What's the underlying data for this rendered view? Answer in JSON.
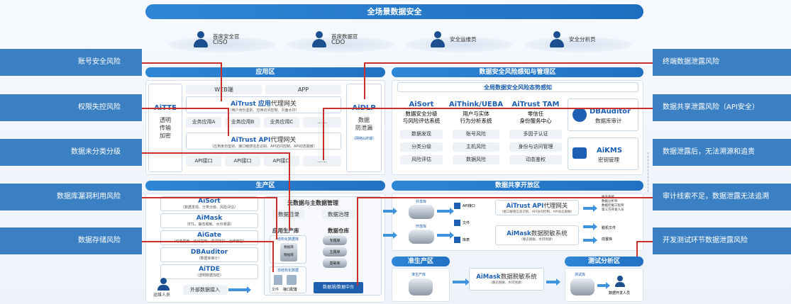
{
  "title": "全场景数据安全",
  "roles": [
    {
      "t1": "首席安全官",
      "t2": "CISO"
    },
    {
      "t1": "首席数据官",
      "t2": "CDO"
    },
    {
      "t1": "安全运维员",
      "t2": ""
    },
    {
      "t1": "安全分析员",
      "t2": ""
    }
  ],
  "left_risks": [
    "账号安全风险",
    "权限失控风险",
    "数据未分类分级",
    "数据库漏洞利用风险",
    "数据存储风险"
  ],
  "right_risks": [
    "终端数据泄露风险",
    "数据共享泄露风险（API安全）",
    "数据泄露后，无法溯源和追责",
    "审计线索不足，数据泄露无法追溯",
    "开发测试环节数据泄露风险"
  ],
  "app_zone": {
    "header": "应用区",
    "aitte": {
      "name": "AiTTE",
      "l1": "透明",
      "l2": "传输",
      "l3": "加密"
    },
    "web": "WEB端",
    "app": "APP",
    "gw1": {
      "brand": "AiTrust 应用",
      "rest": "代理网关",
      "sub": "（用户身份鉴别、应用访问控制、页面水印）"
    },
    "biz": [
      "业务应用A",
      "业务应用B",
      "业务应用C",
      "……"
    ],
    "gw2": {
      "brand": "AiTrust API",
      "rest": "代理网关",
      "sub": "（应用身份鉴别、接口敏感信息识别、API访问控制、API动态脱敏）"
    },
    "apis": [
      "API接口",
      "API接口",
      "API接口",
      "……"
    ],
    "aidlp": {
      "name": "AiDLP",
      "l1": "数据",
      "l2": "防泄漏",
      "sub": "（网络&终端）"
    }
  },
  "risk_zone": {
    "header": "数据安全风险感知与管理区",
    "sub": "全局数据安全风险态势感知",
    "cols": [
      {
        "name": "AiSort",
        "d1": "数据安全分级",
        "d2": "与风险评估系统",
        "items": [
          "数据发现",
          "分类分级",
          "风险评估"
        ]
      },
      {
        "name": "AiThink/UEBA",
        "d1": "用户与实体",
        "d2": "行为分析系统",
        "items": [
          "账号风险",
          "主机风险",
          "数据风险"
        ]
      },
      {
        "name": "AiTrust TAM",
        "d1": "零信任",
        "d2": "身份服务中心",
        "items": [
          "多因子认证",
          "身份与访问管理",
          "动态鉴权"
        ]
      }
    ],
    "dbauditor": {
      "name": "DBAuditor",
      "sub": "数据库审计"
    },
    "aikms": {
      "name": "AiKMS",
      "sub": "密钥管理"
    }
  },
  "prod_zone": {
    "header": "生产区",
    "products": [
      {
        "name": "AiSort",
        "sub": "（数据发现、分类分级、风险评估）"
      },
      {
        "name": "AiMask",
        "sub": "（ETL、静态脱敏、水印溯源）"
      },
      {
        "name": "AiGate",
        "sub": "（动态脱敏、访问控制、漏洞防护、运维管控）"
      },
      {
        "name": "DBAuditor",
        "sub": "（数据库审计）"
      },
      {
        "name": "AiTDE",
        "sub": "（透明数据加密）"
      }
    ],
    "meta": "元数据与主数据管理",
    "catalog": "数据目录",
    "governance": "数据治理",
    "app_lib": "应用生产库",
    "dw": "数据仓库",
    "structured": "结构化数据库",
    "db_labels": [
      "数据库",
      "数据库"
    ],
    "dw_labels": [
      "专题库",
      "主题库",
      "基础库"
    ],
    "unstructured": "非结构化数据",
    "file": "文件",
    "iface": "接口配置",
    "middle": "数据湖/数据中台",
    "ops": "运维人员",
    "ext": "外部数据接入"
  },
  "share_zone": {
    "header": "数据共享开放区",
    "shared_db": "共享库",
    "open_db": "开放库",
    "api_iface": "API接口",
    "file": "文件",
    "lib": "库表",
    "gw": {
      "brand": "AiTrust API",
      "rest": "代理网关",
      "sub": "（接口敏感信息识别、API访问控制、API动态脱敏）"
    },
    "mask": {
      "brand": "AiMask",
      "rest": "数据脱敏系统",
      "sub": "（静态脱敏、水印溯源）"
    },
    "consumers": [
      "报表系统",
      "数据分析师",
      "数据挖掘工程师",
      "第三方开发人员"
    ],
    "out_file": "脱机文件",
    "out_lib": "前置库"
  },
  "preprod_zone": {
    "header": "准生产区",
    "db": "准生产库"
  },
  "mask2": {
    "brand": "AiMask",
    "rest": "数据脱敏系统",
    "sub": "（静态脱敏、水印溯源）"
  },
  "test_zone": {
    "header": "测试分析区",
    "db": "测试库",
    "dev": "数据开发人员"
  }
}
